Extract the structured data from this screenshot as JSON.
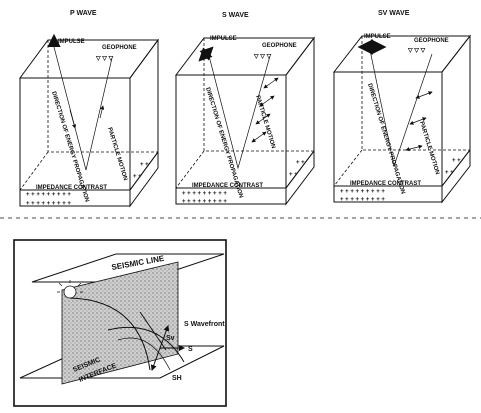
{
  "panels": [
    {
      "title": "P WAVE",
      "impulse": "IMPULSE",
      "geophone": "GEOPHONE",
      "direction": "DIRECTION OF ENERGY PROPAGATION",
      "motion": "PARTICLE MOTION",
      "contrast": "IMPEDANCE CONTRAST",
      "arrow_style": "vertical"
    },
    {
      "title": "S WAVE",
      "impulse": "IMPULSE",
      "geophone": "GEOPHONE",
      "direction": "DIRECTION OF ENERGY PROPAGATION",
      "motion": "PARTICLE MOTION",
      "contrast": "IMPEDANCE CONTRAST",
      "arrow_style": "diagonal"
    },
    {
      "title": "SV WAVE",
      "impulse": "IMPULSE",
      "geophone": "GEOPHONE",
      "direction": "DIRECTION OF ENERGY PROPAGATION",
      "motion": "PARTICLE MOTION",
      "contrast": "IMPEDANCE CONTRAST",
      "arrow_style": "horizontal"
    }
  ],
  "lower": {
    "seismic_line": "SEISMIC LINE",
    "s_wavefront": "S Wavefront",
    "s": "S",
    "sv": "Sv",
    "sh": "SH",
    "seismic_interface_1": "SEISMIC",
    "seismic_interface_2": "INTERFACE"
  }
}
